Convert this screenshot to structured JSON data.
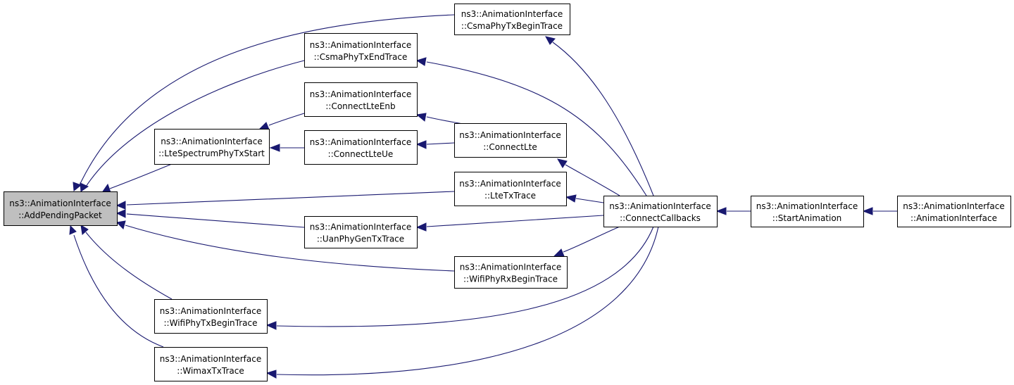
{
  "graph": {
    "nodes": [
      {
        "id": "add_pending_packet",
        "line1": "ns3::AnimationInterface",
        "line2": "::AddPendingPacket",
        "highlight": true
      },
      {
        "id": "csma_phy_tx_begin_trace",
        "line1": "ns3::AnimationInterface",
        "line2": "::CsmaPhyTxBeginTrace"
      },
      {
        "id": "csma_phy_tx_end_trace",
        "line1": "ns3::AnimationInterface",
        "line2": "::CsmaPhyTxEndTrace"
      },
      {
        "id": "connect_lte_enb",
        "line1": "ns3::AnimationInterface",
        "line2": "::ConnectLteEnb"
      },
      {
        "id": "lte_spectrum_phy_tx_start",
        "line1": "ns3::AnimationInterface",
        "line2": "::LteSpectrumPhyTxStart"
      },
      {
        "id": "connect_lte_ue",
        "line1": "ns3::AnimationInterface",
        "line2": "::ConnectLteUe"
      },
      {
        "id": "connect_lte",
        "line1": "ns3::AnimationInterface",
        "line2": "::ConnectLte"
      },
      {
        "id": "lte_tx_trace",
        "line1": "ns3::AnimationInterface",
        "line2": "::LteTxTrace"
      },
      {
        "id": "uan_phy_gen_tx_trace",
        "line1": "ns3::AnimationInterface",
        "line2": "::UanPhyGenTxTrace"
      },
      {
        "id": "wifi_phy_rx_begin_trace",
        "line1": "ns3::AnimationInterface",
        "line2": "::WifiPhyRxBeginTrace"
      },
      {
        "id": "wifi_phy_tx_begin_trace",
        "line1": "ns3::AnimationInterface",
        "line2": "::WifiPhyTxBeginTrace"
      },
      {
        "id": "wimax_tx_trace",
        "line1": "ns3::AnimationInterface",
        "line2": "::WimaxTxTrace"
      },
      {
        "id": "connect_callbacks",
        "line1": "ns3::AnimationInterface",
        "line2": "::ConnectCallbacks"
      },
      {
        "id": "start_animation",
        "line1": "ns3::AnimationInterface",
        "line2": "::StartAnimation"
      },
      {
        "id": "animation_interface",
        "line1": "ns3::AnimationInterface",
        "line2": "::AnimationInterface"
      }
    ],
    "edges": [
      {
        "from": "csma_phy_tx_begin_trace",
        "to": "add_pending_packet"
      },
      {
        "from": "csma_phy_tx_end_trace",
        "to": "add_pending_packet"
      },
      {
        "from": "lte_spectrum_phy_tx_start",
        "to": "add_pending_packet"
      },
      {
        "from": "lte_tx_trace",
        "to": "add_pending_packet"
      },
      {
        "from": "uan_phy_gen_tx_trace",
        "to": "add_pending_packet"
      },
      {
        "from": "wifi_phy_rx_begin_trace",
        "to": "add_pending_packet"
      },
      {
        "from": "wifi_phy_tx_begin_trace",
        "to": "add_pending_packet"
      },
      {
        "from": "wimax_tx_trace",
        "to": "add_pending_packet"
      },
      {
        "from": "connect_lte_enb",
        "to": "lte_spectrum_phy_tx_start"
      },
      {
        "from": "connect_lte_ue",
        "to": "lte_spectrum_phy_tx_start"
      },
      {
        "from": "connect_lte",
        "to": "connect_lte_enb"
      },
      {
        "from": "connect_lte",
        "to": "connect_lte_ue"
      },
      {
        "from": "connect_callbacks",
        "to": "csma_phy_tx_begin_trace"
      },
      {
        "from": "connect_callbacks",
        "to": "csma_phy_tx_end_trace"
      },
      {
        "from": "connect_callbacks",
        "to": "connect_lte"
      },
      {
        "from": "connect_callbacks",
        "to": "lte_tx_trace"
      },
      {
        "from": "connect_callbacks",
        "to": "uan_phy_gen_tx_trace"
      },
      {
        "from": "connect_callbacks",
        "to": "wifi_phy_rx_begin_trace"
      },
      {
        "from": "connect_callbacks",
        "to": "wifi_phy_tx_begin_trace"
      },
      {
        "from": "connect_callbacks",
        "to": "wimax_tx_trace"
      },
      {
        "from": "start_animation",
        "to": "connect_callbacks"
      },
      {
        "from": "animation_interface",
        "to": "start_animation"
      }
    ]
  }
}
